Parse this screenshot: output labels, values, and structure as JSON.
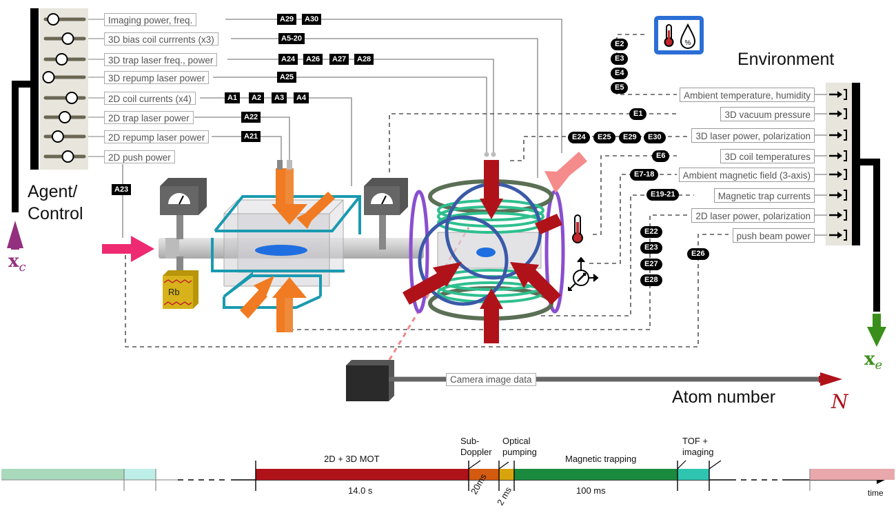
{
  "control_panel": {
    "title_line1": "Agent/",
    "title_line2": "Control",
    "input_symbol": "x",
    "input_subscript": "c",
    "controls": [
      {
        "label": "Imaging power, freq.",
        "knob": 0.2,
        "tags": [
          "A29",
          "A30"
        ]
      },
      {
        "label": "3D bias coil currrents (x3)",
        "knob": 0.58,
        "tags": [
          "A5-20"
        ]
      },
      {
        "label": "3D trap laser freq., power",
        "knob": 0.42,
        "tags": [
          "A24",
          "A26",
          "A27",
          "A28"
        ]
      },
      {
        "label": "3D repump laser power",
        "knob": 0.08,
        "tags": [
          "A25"
        ]
      },
      {
        "label": "2D coil currents (x4)",
        "knob": 0.68,
        "tags": [
          "A1",
          "A2",
          "A3",
          "A4"
        ]
      },
      {
        "label": "2D trap laser power",
        "knob": 0.5,
        "tags": [
          "A22"
        ]
      },
      {
        "label": "2D repump laser power",
        "knob": 0.32,
        "tags": [
          "A21"
        ]
      },
      {
        "label": "2D push power",
        "knob": 0.58,
        "tags": [
          "A23"
        ]
      }
    ]
  },
  "environment": {
    "title": "Environment",
    "output_symbol": "x",
    "output_subscript": "e",
    "sensors": [
      {
        "label": "Ambient temperature, humidity",
        "tags": [
          "E2",
          "E3",
          "E4",
          "E5"
        ]
      },
      {
        "label": "3D vacuum pressure",
        "tags": [
          "E1"
        ]
      },
      {
        "label": "3D laser power, polarization",
        "tags": [
          "E24",
          "E25",
          "E29",
          "E30"
        ]
      },
      {
        "label": "3D coil temperatures",
        "tags": [
          "E6"
        ]
      },
      {
        "label": "Ambient magnetic field (3-axis)",
        "tags": [
          "E7-18"
        ]
      },
      {
        "label": "Magnetic trap currents",
        "tags": [
          "E19-21"
        ]
      },
      {
        "label": "2D laser power, polarization",
        "tags": [
          "E22",
          "E23",
          "E27",
          "E28"
        ]
      },
      {
        "label": "push beam power",
        "tags": [
          "E26"
        ]
      }
    ]
  },
  "apparatus": {
    "rb_label": "Rb",
    "camera_label": "Camera image data",
    "result_label": "Atom number",
    "result_symbol": "N",
    "humidity_symbol": "%"
  },
  "timeline": {
    "axis_label": "time",
    "segments": [
      {
        "label": "2D + 3D MOT",
        "duration": "14.0 s",
        "color": "#b0121a"
      },
      {
        "label": "Sub-\nDoppler",
        "duration": "20ms",
        "color": "#d35a0f"
      },
      {
        "label": "Optical\npumping",
        "duration": "2 ms",
        "color": "#d8a40e"
      },
      {
        "label": "Magnetic trapping",
        "duration": "100 ms",
        "color": "#1a8a3e"
      },
      {
        "label": "TOF +\nimaging",
        "duration": "",
        "color": "#2ec4b0"
      }
    ]
  },
  "colors": {
    "control_arrow": "#93307f",
    "environment_arrow": "#3a8f1a",
    "result_arrow": "#b0121a",
    "coil_2d": "#1a9ab0",
    "coil_3d_bias": "#8a4fd0",
    "coil_3d_mot": "#3a5aa8",
    "trap_coil": "#2fbf8f",
    "laser_2d": "#f07b22",
    "laser_3d": "#b0121a",
    "push_beam": "#ee2a72"
  }
}
